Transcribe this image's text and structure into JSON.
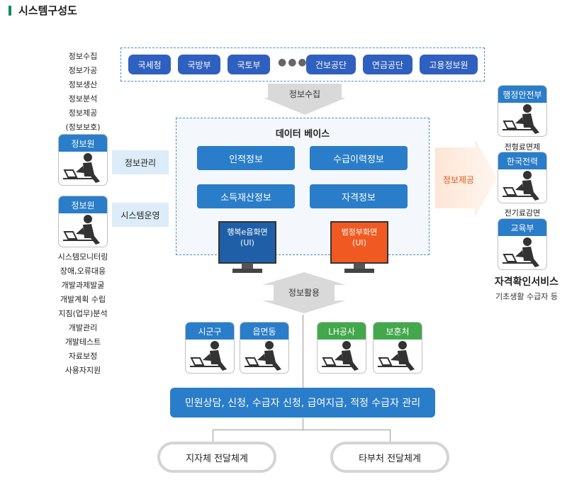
{
  "title": "시스템구성도",
  "agencies": [
    "국세청",
    "국방부",
    "국토부",
    "건보공단",
    "연금공단",
    "고용정보원"
  ],
  "agencies_more": "●●●",
  "collect_label": "정보수집",
  "provide_label": "정보제공",
  "use_label": "정보활용",
  "database": {
    "title": "데이터 베이스",
    "items": [
      "인적정보",
      "수급이력정보",
      "소득재산정보",
      "자격정보"
    ],
    "monitors": [
      {
        "line1": "행복e음화면",
        "line2": "(UI)",
        "color": "#1f5fa8"
      },
      {
        "line1": "범정부화면",
        "line2": "(UI)",
        "color": "#f05a22"
      }
    ]
  },
  "left_top_roles": [
    "정보수집",
    "정보가공",
    "정보생산",
    "정보분석",
    "정보제공",
    "(정보보호)"
  ],
  "left_cards": [
    {
      "name": "정보원",
      "side_label": "정보관리"
    },
    {
      "name": "정보원",
      "side_label": "시스템운영"
    }
  ],
  "left_bottom_roles": [
    "시스템모니터링",
    "장애,오류대응",
    "개발과제발굴",
    "개발계획 수립",
    "지침(업무)분석",
    "개발관리",
    "개발테스트",
    "자료보정",
    "사용자지원"
  ],
  "right_cards": [
    {
      "name": "행정안전부",
      "caption": "전형료면제"
    },
    {
      "name": "한국전력",
      "caption": "전기료감면"
    },
    {
      "name": "교육부",
      "caption": ""
    }
  ],
  "service": {
    "title": "자격확인서비스",
    "subtitle": "기초생활 수급자 등"
  },
  "bottom_cards": [
    {
      "name": "시군구",
      "color": "#2a7dc9"
    },
    {
      "name": "읍면동",
      "color": "#2a7dc9"
    },
    {
      "name": "LH공사",
      "color": "#42a84b"
    },
    {
      "name": "보훈처",
      "color": "#42a84b"
    }
  ],
  "bottom_bar": "민원상담, 신청, 수급자 신청, 급여지급, 적정 수급자 관리",
  "channels": [
    "지자체 전달체계",
    "타부처 전달체계"
  ]
}
